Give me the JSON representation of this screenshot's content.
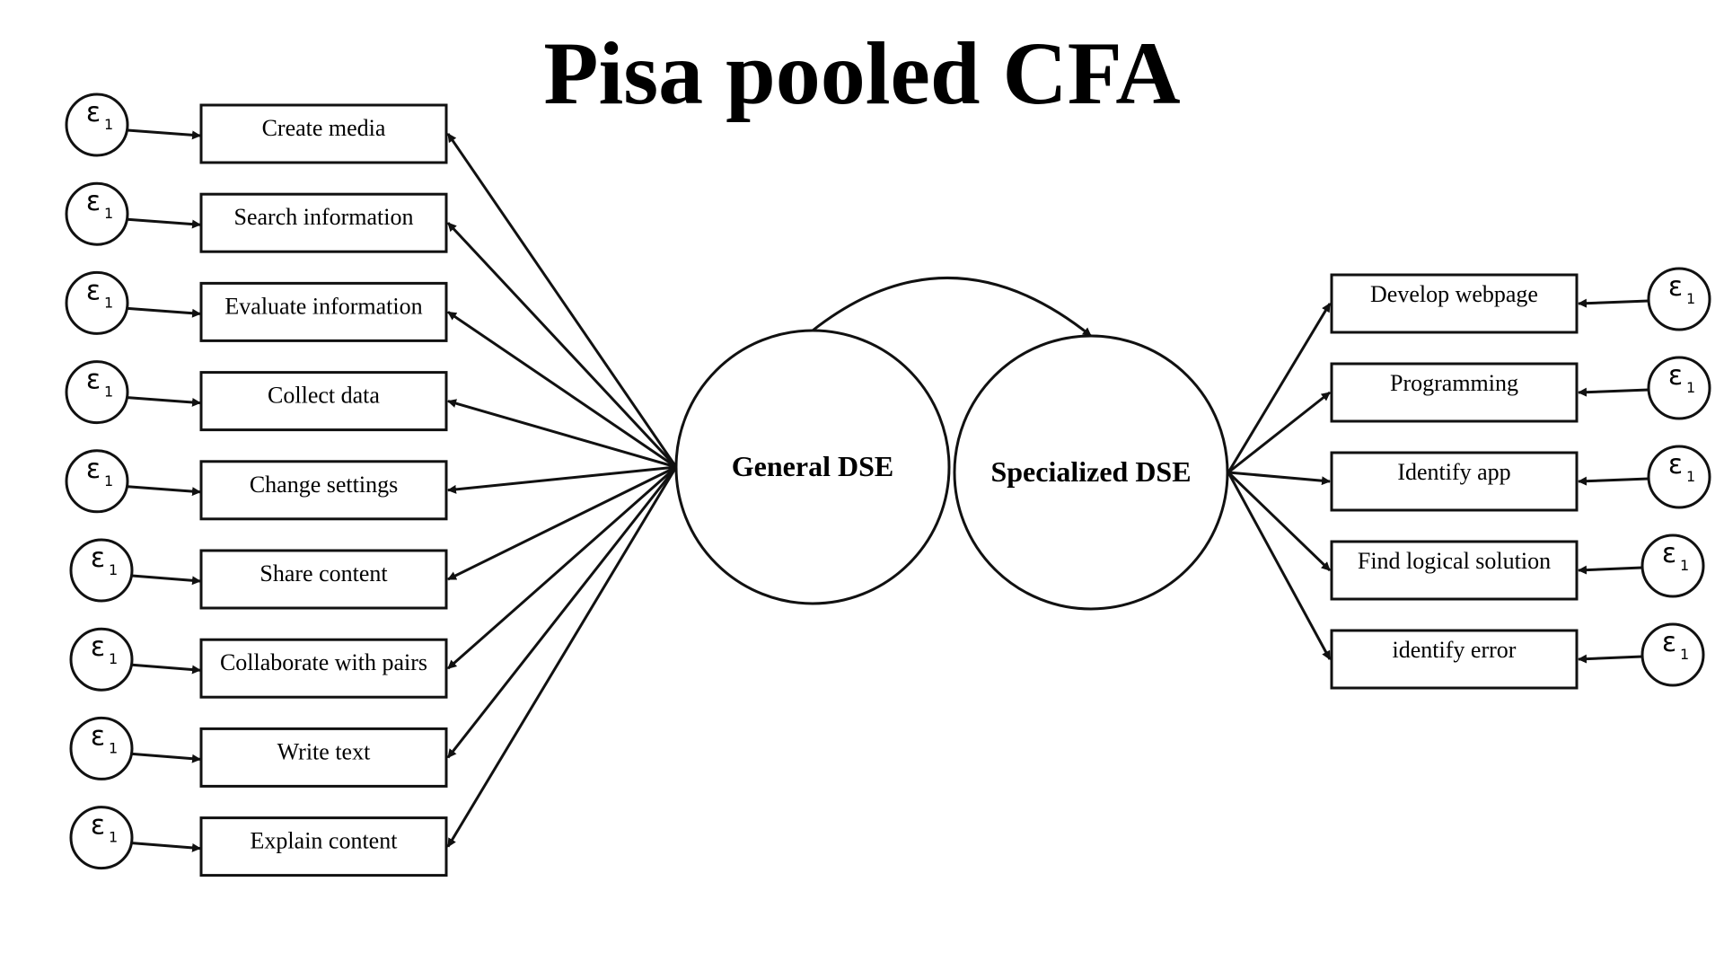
{
  "title": "Pisa pooled CFA",
  "latent_factors": [
    {
      "id": "general",
      "label": "General DSE"
    },
    {
      "id": "specialized",
      "label": "Specialized DSE"
    }
  ],
  "general_indicators": [
    "Create media",
    "Search information",
    "Evaluate information",
    "Collect data",
    "Change settings",
    "Share content",
    "Collaborate with pairs",
    "Write text",
    "Explain content"
  ],
  "specialized_indicators": [
    "Develop webpage",
    "Programming",
    "Identify app",
    "Find logical solution",
    "identify error"
  ],
  "error_term": {
    "symbol": "ε",
    "subscript": "1"
  },
  "covariance": {
    "between": [
      "General DSE",
      "Specialized DSE"
    ]
  },
  "colors": {
    "stroke": "#111111",
    "background": "#ffffff",
    "text": "#000000"
  }
}
